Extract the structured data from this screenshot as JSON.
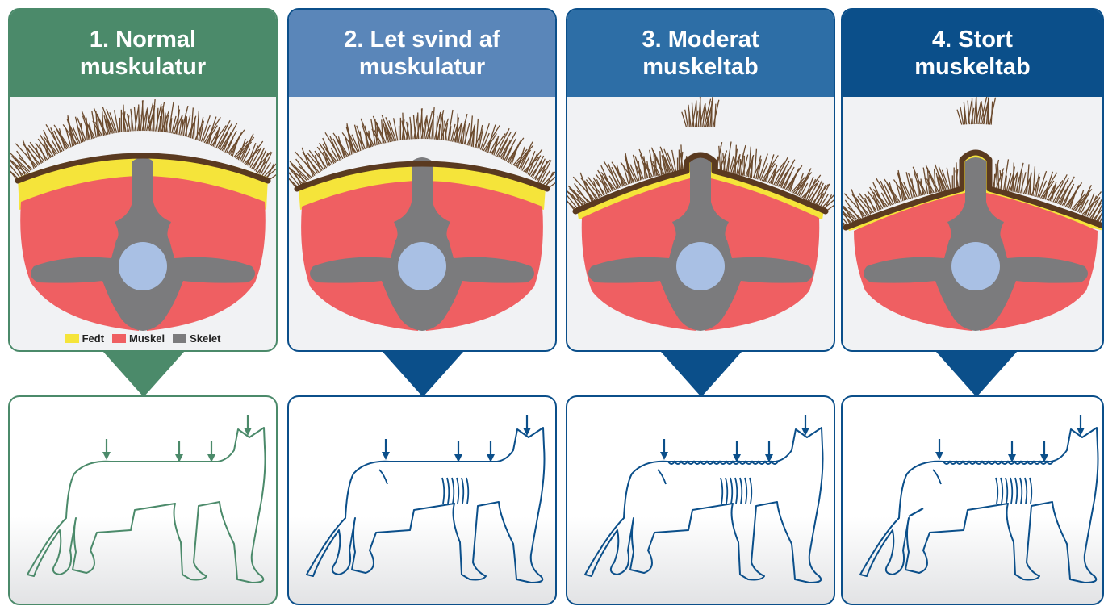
{
  "colors": {
    "fat": "#f5e43a",
    "muscle": "#ef5f62",
    "bone": "#7b7b7d",
    "canal": "#a9c0e4",
    "fur": "#6b4a2d",
    "green": "#4b8a6a",
    "blue_dark": "#0b4f8a",
    "blue_mid": "#2d6ea6",
    "blue_light": "#5a86b9"
  },
  "panels": [
    {
      "title": "1. Normal\nmuskulatur",
      "header_color": "#4b8a6a",
      "accent": "#4b8a6a"
    },
    {
      "title": "2.  Let svind af\nmuskulatur",
      "header_color": "#5a86b9",
      "accent": "#0b4f8a"
    },
    {
      "title": "3. Moderat\nmuskeltab",
      "header_color": "#2d6ea6",
      "accent": "#0b4f8a"
    },
    {
      "title": "4. Stort\nmuskeltab",
      "header_color": "#0b4f8a",
      "accent": "#0b4f8a"
    }
  ],
  "legend": {
    "fat_label": "Fedt",
    "muscle_label": "Muskel",
    "bone_label": "Skelet"
  }
}
